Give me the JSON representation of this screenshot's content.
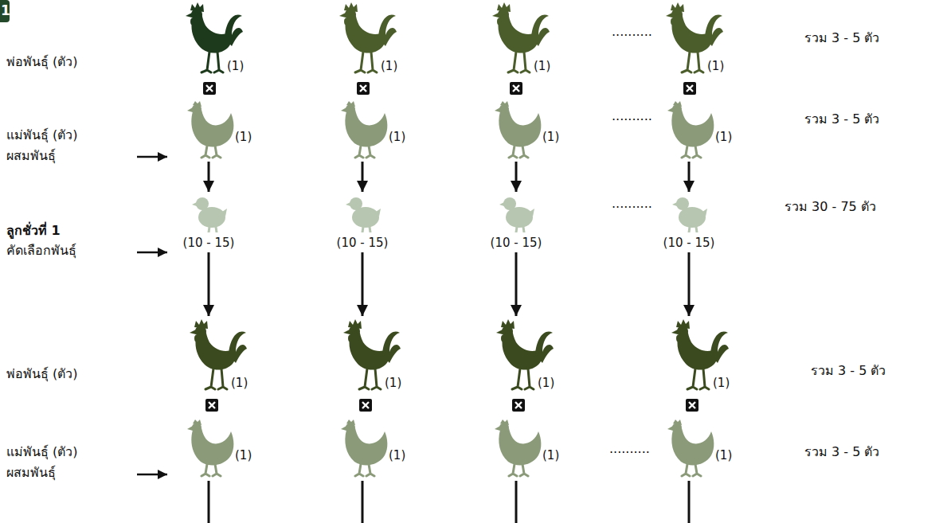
{
  "diagram": {
    "nodes": [
      {
        "text": [
          "(1)"
        ]
      },
      {
        "text": [
          "(1)"
        ]
      },
      {
        "text": [
          "(1)"
        ]
      },
      {
        "text": [
          "(1)"
        ]
      },
      {
        "text": [
          "(1)"
        ]
      },
      {
        "text": [
          "(1)"
        ]
      },
      {
        "text": [
          "(1)"
        ]
      },
      {
        "text": [
          "(1)"
        ]
      },
      {
        "text": [
          "(10 - 15)"
        ]
      },
      {
        "text": [
          "(10 - 15)"
        ]
      },
      {
        "text": [
          "(10 - 15)"
        ]
      },
      {
        "text": [
          "(10 - 15)"
        ]
      },
      {
        "text": [
          "(1)"
        ]
      },
      {
        "text": [
          "(1)"
        ]
      },
      {
        "text": [
          "(1)"
        ]
      },
      {
        "text": [
          "(1)"
        ]
      },
      {
        "text": [
          "(1)"
        ]
      },
      {
        "text": [
          "(1)"
        ]
      },
      {
        "text": [
          "(1)"
        ]
      },
      {
        "text": [
          "(1)"
        ]
      }
    ],
    "edges": [
      {
        "from": 4,
        "to": 8,
        "arrow": "to"
      },
      {
        "from": 5,
        "to": 9,
        "arrow": "to"
      },
      {
        "from": 6,
        "to": 10,
        "arrow": "to"
      },
      {
        "from": 7,
        "to": 11,
        "arrow": "to"
      },
      {
        "from": 8,
        "to": 12,
        "arrow": "to"
      },
      {
        "from": 9,
        "to": 13,
        "arrow": "to"
      },
      {
        "from": 10,
        "to": 14,
        "arrow": "to"
      },
      {
        "from": 11,
        "to": 15,
        "arrow": "to"
      }
    ],
    "labels": [
      "1",
      "พ่อพันธุ์ (ตัว)",
      "..........",
      "รวม 3 - 5 ตัว",
      "แม่พันธุ์ (ตัว)",
      "..........",
      "รวม 3 - 5 ตัว",
      "ผสมพันธุ์",
      "..........",
      "รวม 30 - 75 ตัว",
      "ลูกชั่วที่ 1",
      "คัดเลือกพันธุ์",
      "พ่อพันธุ์ (ตัว)",
      "รวม 3 - 5 ตัว",
      "แม่พันธุ์ (ตัว)",
      "..........",
      "รวม 3 - 5 ตัว",
      "ผสมพันธุ์"
    ]
  }
}
